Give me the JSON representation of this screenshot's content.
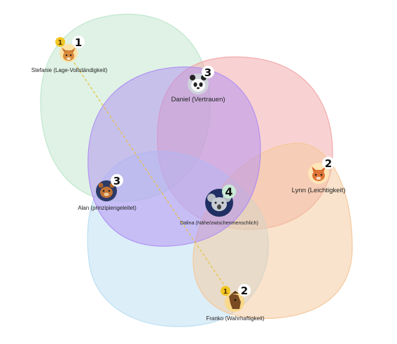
{
  "colors": {
    "green": "#bfe6cc",
    "red": "#f2a6a6",
    "purple": "#b08ef2",
    "blue": "#b9def2",
    "orange": "#f4c79a",
    "badge": "#f3c623",
    "link": "#e8c23a"
  },
  "nodes": {
    "stefanie": {
      "label": "Stefanie (Lage-Vollständigkeit)",
      "count": "1",
      "badge": "1",
      "icon": "fox-icon"
    },
    "daniel": {
      "label": "Daniel (Vertrauen)",
      "count": "3",
      "icon": "panda-icon"
    },
    "lynn": {
      "label": "Lynn (Leichtigkeit)",
      "count": "2",
      "icon": "cat-icon"
    },
    "alan": {
      "label": "Alan (prinzipiengeleitet)",
      "count": "3",
      "icon": "bear-icon"
    },
    "dalina": {
      "label": "Dalina (Nähe/zwischenmenschlich)",
      "count": "4",
      "icon": "koala-icon"
    },
    "franko": {
      "label": "Franko (Wahrhaftigkeit)",
      "count": "2",
      "badge": "1",
      "icon": "horse-icon"
    }
  }
}
